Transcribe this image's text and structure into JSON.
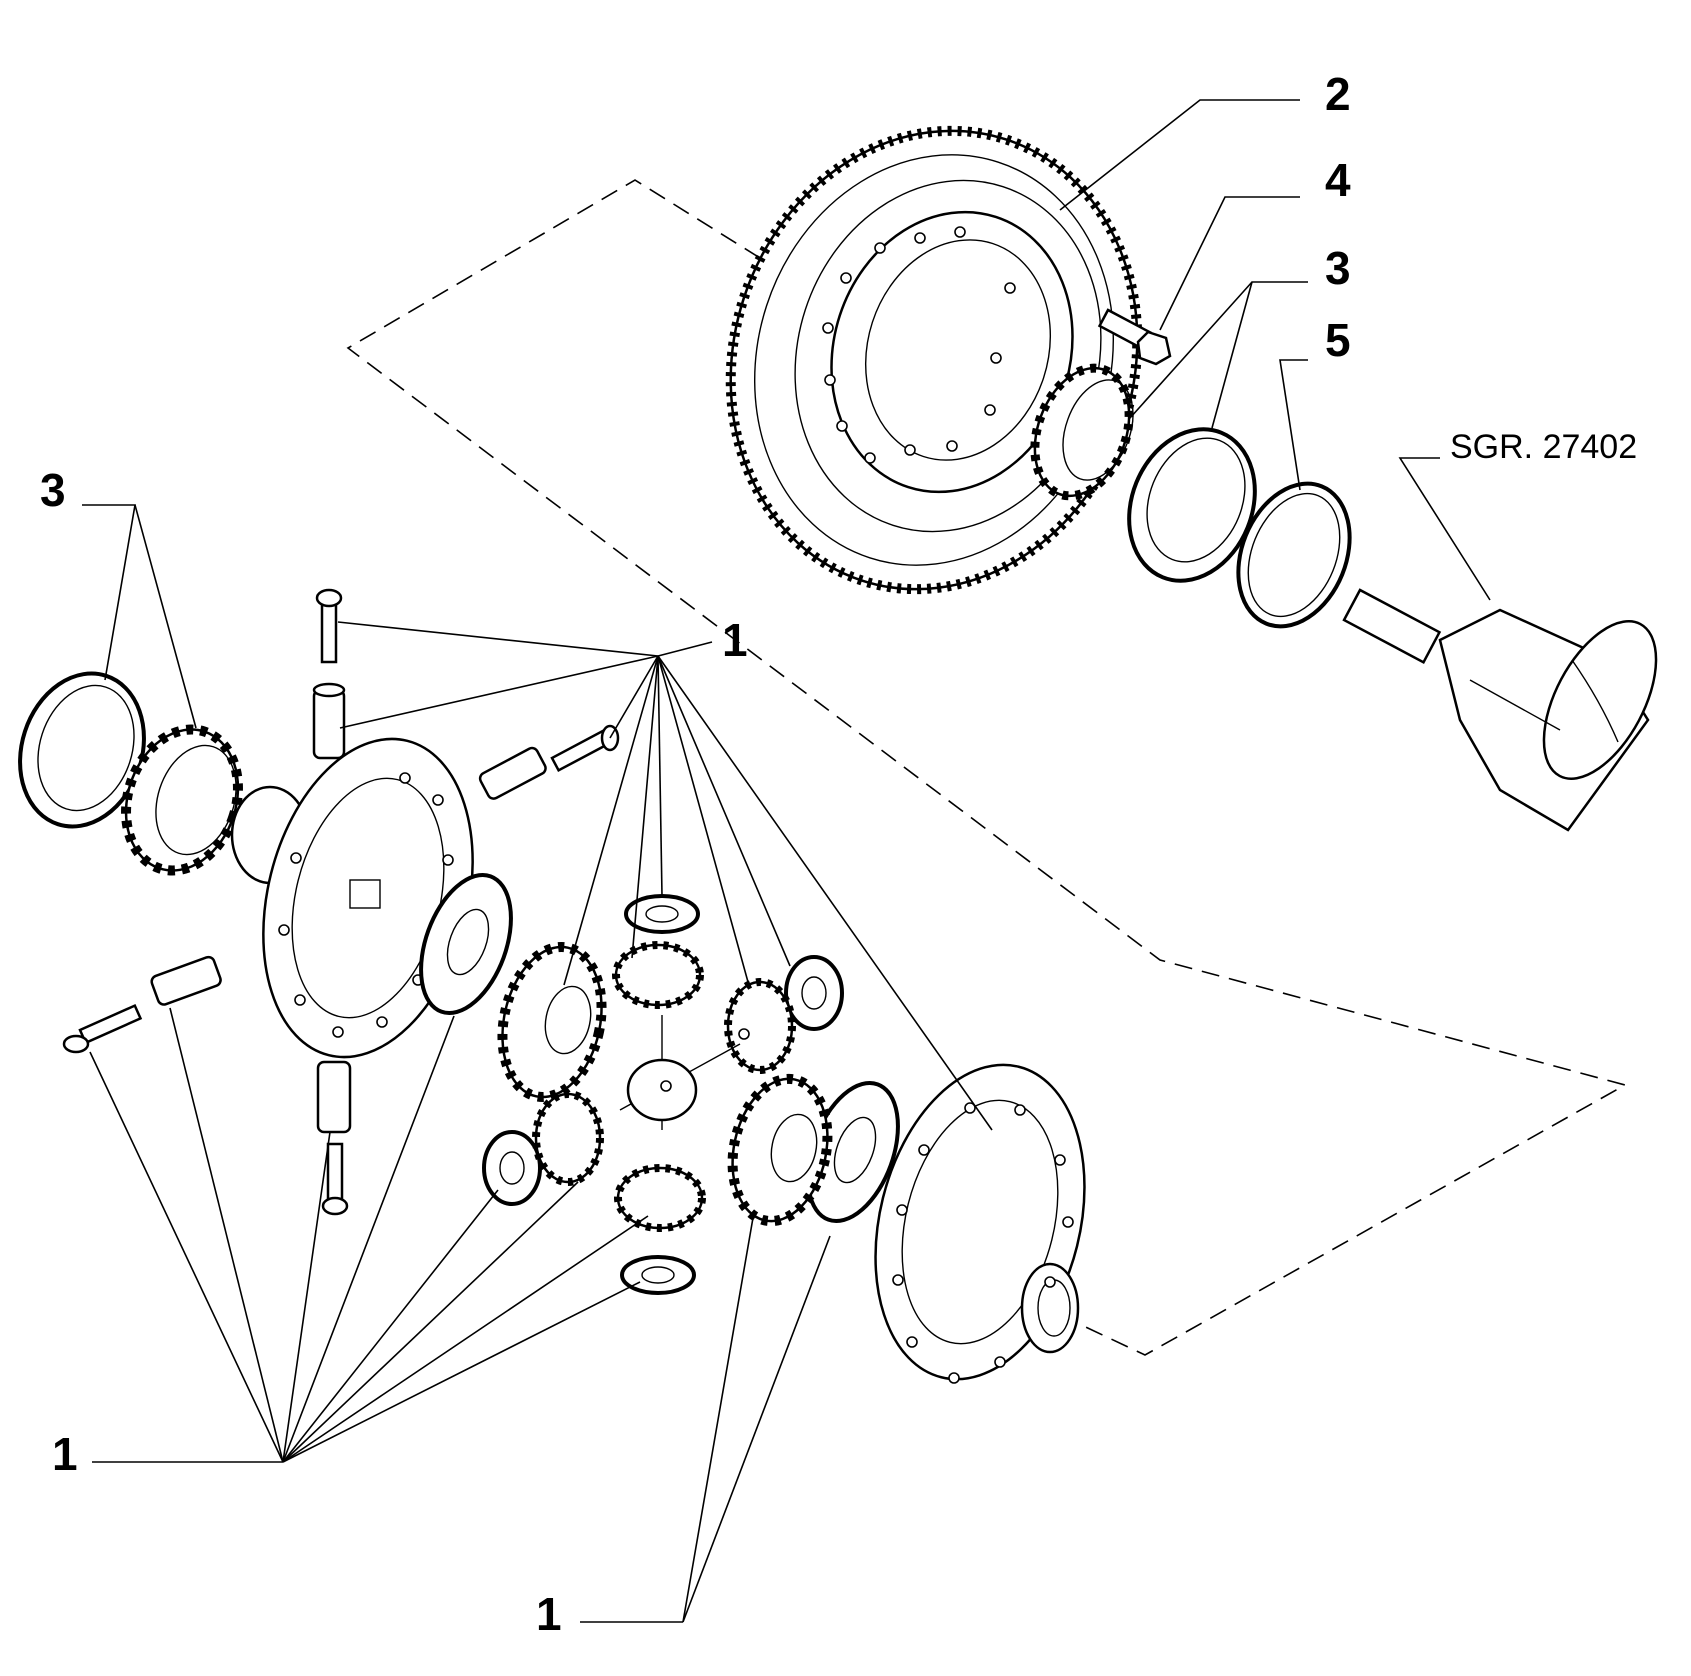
{
  "callouts": {
    "c2": "2",
    "c4": "4",
    "c3_right": "3",
    "c5": "5",
    "c3_left": "3",
    "c1_top": "1",
    "c1_bottom_left": "1",
    "c1_bottom_center": "1"
  },
  "reference": {
    "code": "SGR. 27402"
  },
  "icons": {
    "ring_gear": "crown-wheel-gear-icon",
    "bolt": "bolt-icon",
    "bearing": "taper-roller-bearing-icon",
    "race": "bearing-outer-race-icon",
    "shim": "shim-ring-icon",
    "shaft": "drive-shaft-tripod-joint-icon",
    "housing": "differential-housing-icon",
    "pinion": "planet-pinion-gear-icon",
    "side_gear": "side-gear-icon",
    "washer": "thrust-washer-icon",
    "spider": "spider-cross-icon",
    "pin": "pin-sleeve-icon",
    "screw": "screw-icon"
  }
}
